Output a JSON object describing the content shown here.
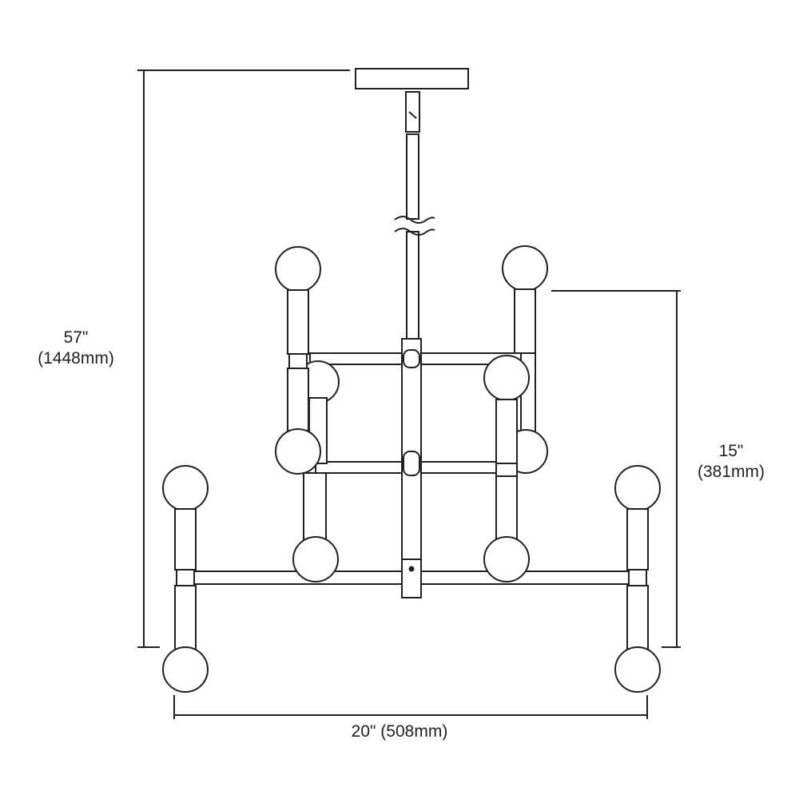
{
  "dimensions": {
    "overall_height": {
      "imperial": "57\"",
      "metric": "(1448mm)"
    },
    "body_height": {
      "imperial": "15\"",
      "metric": "(381mm)"
    },
    "width": {
      "label": "20\" (508mm)"
    }
  },
  "colors": {
    "line": "#231f20",
    "background": "#ffffff",
    "fill": "#ffffff"
  }
}
